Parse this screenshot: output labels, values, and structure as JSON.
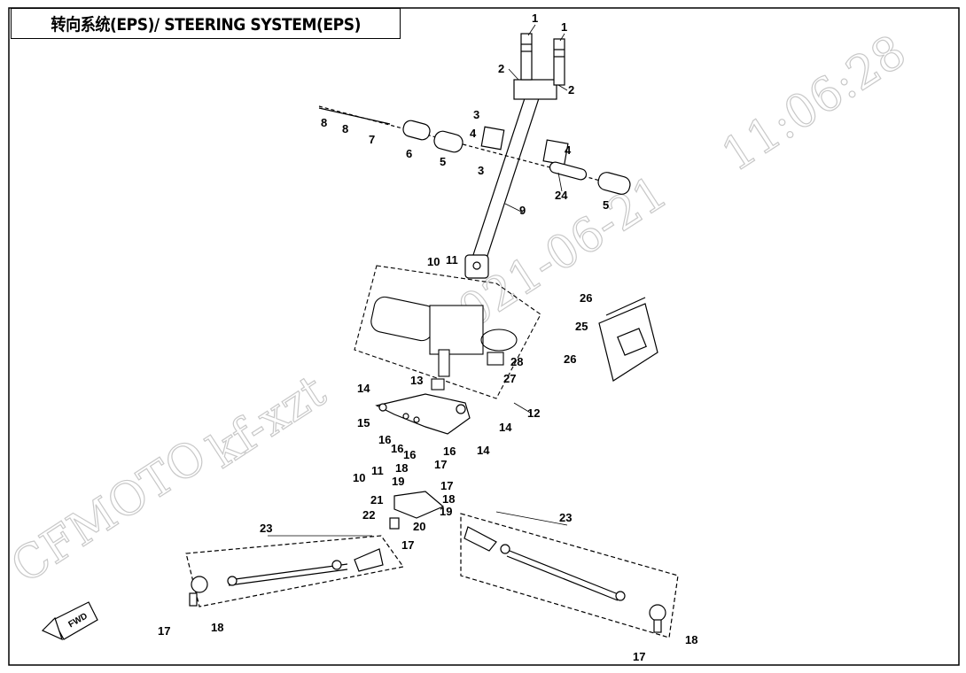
{
  "title": "转向系统(EPS)/ STEERING SYSTEM(EPS)",
  "watermark": {
    "brand": "CFMOTO",
    "user": "kf-xzt",
    "date": "2021-06-21",
    "time": "11:06:28"
  },
  "fwd_label": "FWD",
  "callouts": [
    "1",
    "1",
    "2",
    "2",
    "3",
    "3",
    "4",
    "4",
    "5",
    "5",
    "6",
    "7",
    "8",
    "8",
    "9",
    "10",
    "11",
    "10",
    "11",
    "12",
    "13",
    "14",
    "14",
    "14",
    "15",
    "16",
    "16",
    "16",
    "16",
    "17",
    "17",
    "17",
    "17",
    "17",
    "18",
    "18",
    "18",
    "18",
    "19",
    "19",
    "20",
    "21",
    "22",
    "23",
    "23",
    "24",
    "25",
    "26",
    "26",
    "27",
    "28"
  ],
  "colors": {
    "line": "#000000",
    "watermark": "#c8c8c8",
    "background": "#ffffff"
  }
}
